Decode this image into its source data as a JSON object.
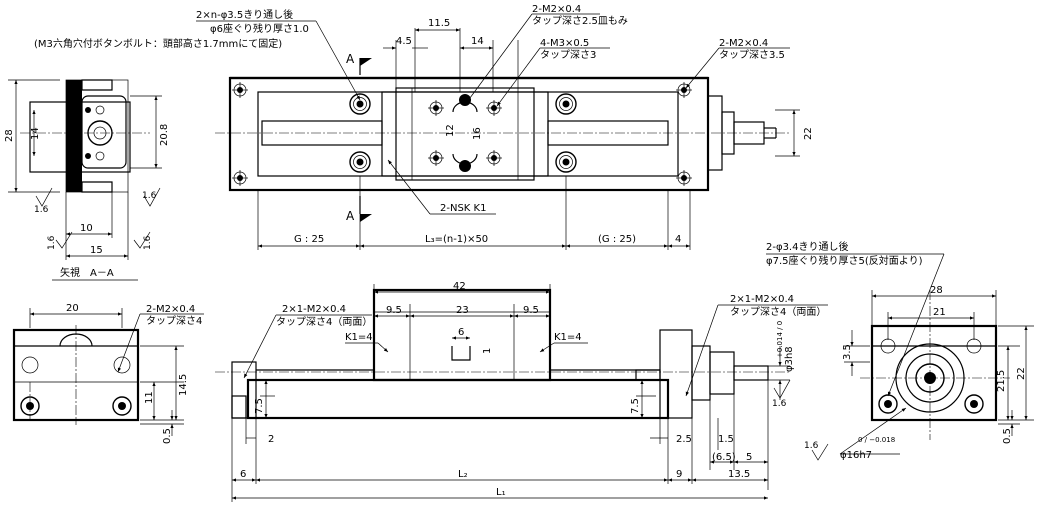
{
  "top_view": {
    "note_holes_line1": "2×n-φ3.5きり通し後",
    "note_holes_line2": "φ6座ぐり残り厚さ1.0",
    "note_screw": "(M3六角穴付ボタンボルト：頭部高さ1.7mmにて固定)",
    "dim_11_5": "11.5",
    "dim_4_5": "4.5",
    "dim_14": "14",
    "tap_m2_mid_line1": "2-M2×0.4",
    "tap_m2_mid_line2": "タップ深さ2.5皿もみ",
    "tap_m3_line1": "4-M3×0.5",
    "tap_m3_line2": "タップ深さ3",
    "tap_m2_right_line1": "2-M2×0.4",
    "tap_m2_right_line2": "タップ深さ3.5",
    "section_mark_top": "A",
    "section_mark_bottom": "A",
    "dim_12": "12",
    "dim_16": "16",
    "dim_22": "22",
    "nsk_label": "2-NSK K1",
    "dim_g25_left": "G : 25",
    "dim_l3": "L₃=(n-1)×50",
    "dim_g25_right": "(G : 25)",
    "dim_4": "4"
  },
  "section_aa": {
    "title": "矢視　A－A",
    "dim_28": "28",
    "dim_14": "14",
    "dim_20_8": "20.8",
    "dim_10": "10",
    "dim_15": "15",
    "rough_1": "1.6",
    "rough_2": "1.6",
    "rough_3": "1.6",
    "rough_4": "1.6"
  },
  "front_view": {
    "dim_42": "42",
    "dim_9_5_left": "9.5",
    "dim_23": "23",
    "dim_9_5_right": "9.5",
    "dim_6": "6",
    "dim_1": "1",
    "k1_left": "K1=4",
    "k1_right": "K1=4",
    "tap_left_line1": "2×1-M2×0.4",
    "tap_left_line2": "タップ深さ4（両面）",
    "tap_right_line1": "2×1-M2×0.4",
    "tap_right_line2": "タップ深さ4（両面）",
    "dim_7_5_left": "7.5",
    "dim_7_5_right": "7.5",
    "dim_2": "2",
    "dim_2_5": "2.5",
    "dim_1_5": "1.5",
    "dim_6_5": "(6.5)",
    "dim_5": "5",
    "dim_l2": "L₂",
    "dim_9": "9",
    "dim_13_5": "13.5",
    "dim_l1": "L₁",
    "dim_3h8": "φ3h8",
    "tol_3h8": "+0.014 / 0",
    "rough": "1.6"
  },
  "end_view_left": {
    "dim_20": "20",
    "tap_line1": "2-M2×0.4",
    "tap_line2": "タップ深さ4",
    "dim_11": "11",
    "dim_14_5": "14.5",
    "dim_0_5": "0.5"
  },
  "end_view_right": {
    "note_line1": "2-φ3.4きり通し後",
    "note_line2": "φ7.5座ぐり残り厚さ5(反対面より)",
    "dim_28": "28",
    "dim_21": "21",
    "dim_3_5": "3.5",
    "dim_21_5": "21.5",
    "dim_22": "22",
    "dim_0_5": "0.5",
    "dim_16h7": "φ16h7",
    "tol_16h7": "0 / −0.018",
    "rough": "1.6"
  }
}
